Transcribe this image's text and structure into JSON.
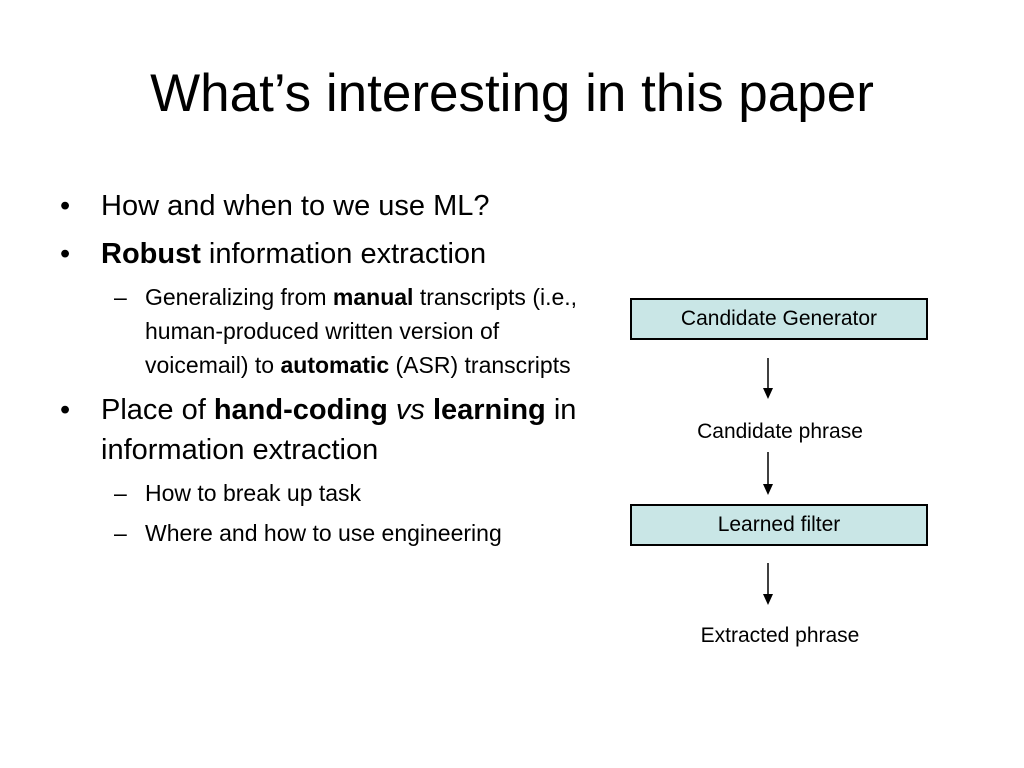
{
  "slide": {
    "title": "What’s interesting in this paper"
  },
  "bullets": {
    "b1": {
      "text": "How and when to we use ML?"
    },
    "b2": {
      "bold": "Robust",
      "rest": " information extraction"
    },
    "b2_sub1": {
      "pre": "Generalizing from ",
      "bold1": "manual",
      "mid": " transcripts (i.e., human-produced written version of voicemail) to ",
      "bold2": "automatic",
      "post": " (ASR) transcripts"
    },
    "b3": {
      "pre": "Place of ",
      "bold1": "hand-coding",
      "sp1": " ",
      "italic": "vs",
      "sp2": " ",
      "bold2": "learning",
      "post": " in information extraction"
    },
    "b3_sub1": "How to break up task",
    "b3_sub2": "Where and how to use engineering"
  },
  "diagram": {
    "box1": "Candidate Generator",
    "label1": "Candidate phrase",
    "box2": "Learned filter",
    "label2": "Extracted phrase",
    "box_fill": "#c9e6e6"
  }
}
